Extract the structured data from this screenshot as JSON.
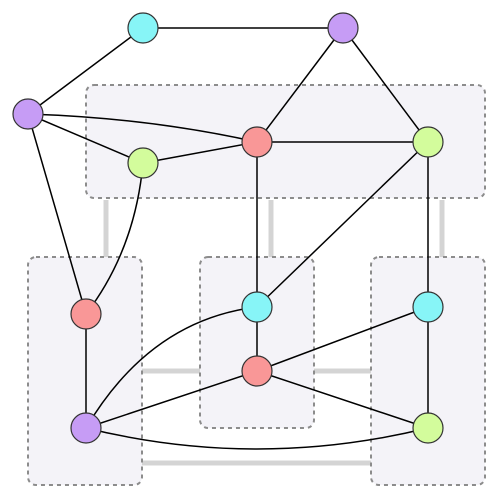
{
  "palette": {
    "cyan": "#87f5f7",
    "purple": "#c69cf5",
    "red": "#f99797",
    "green": "#d3fc9c",
    "group_fill": "#f4f3f8",
    "group_border": "#8c8c8c",
    "connector": "#d4d4d4"
  },
  "nodes": [
    {
      "id": "n-top-left-cyan",
      "color": "cyan"
    },
    {
      "id": "n-top-right-purple",
      "color": "purple"
    },
    {
      "id": "n-left-purple",
      "color": "purple"
    },
    {
      "id": "n-mid-green",
      "color": "green"
    },
    {
      "id": "n-center-red",
      "color": "red"
    },
    {
      "id": "n-right-green",
      "color": "green"
    },
    {
      "id": "n-left-red",
      "color": "red"
    },
    {
      "id": "n-bottom-left-purple",
      "color": "purple"
    },
    {
      "id": "n-center-cyan",
      "color": "cyan"
    },
    {
      "id": "n-lower-center-red",
      "color": "red"
    },
    {
      "id": "n-right-cyan",
      "color": "cyan"
    },
    {
      "id": "n-bottom-right-green",
      "color": "green"
    }
  ],
  "edges": [
    {
      "from": "n-top-left-cyan",
      "to": "n-top-right-purple"
    },
    {
      "from": "n-top-left-cyan",
      "to": "n-left-purple"
    },
    {
      "from": "n-top-right-purple",
      "to": "n-center-red"
    },
    {
      "from": "n-top-right-purple",
      "to": "n-right-green"
    },
    {
      "from": "n-left-purple",
      "to": "n-center-red"
    },
    {
      "from": "n-left-purple",
      "to": "n-mid-green"
    },
    {
      "from": "n-left-purple",
      "to": "n-left-red"
    },
    {
      "from": "n-mid-green",
      "to": "n-center-red"
    },
    {
      "from": "n-mid-green",
      "to": "n-left-red"
    },
    {
      "from": "n-center-red",
      "to": "n-right-green"
    },
    {
      "from": "n-center-red",
      "to": "n-center-cyan"
    },
    {
      "from": "n-right-green",
      "to": "n-center-cyan"
    },
    {
      "from": "n-right-green",
      "to": "n-right-cyan"
    },
    {
      "from": "n-left-red",
      "to": "n-bottom-left-purple"
    },
    {
      "from": "n-bottom-left-purple",
      "to": "n-center-cyan"
    },
    {
      "from": "n-bottom-left-purple",
      "to": "n-lower-center-red"
    },
    {
      "from": "n-bottom-left-purple",
      "to": "n-bottom-right-green"
    },
    {
      "from": "n-center-cyan",
      "to": "n-lower-center-red"
    },
    {
      "from": "n-lower-center-red",
      "to": "n-right-cyan"
    },
    {
      "from": "n-lower-center-red",
      "to": "n-bottom-right-green"
    },
    {
      "from": "n-right-cyan",
      "to": "n-bottom-right-green"
    }
  ],
  "groups": [
    {
      "id": "group-top"
    },
    {
      "id": "group-bottom-left"
    },
    {
      "id": "group-bottom-center"
    },
    {
      "id": "group-bottom-right"
    }
  ]
}
